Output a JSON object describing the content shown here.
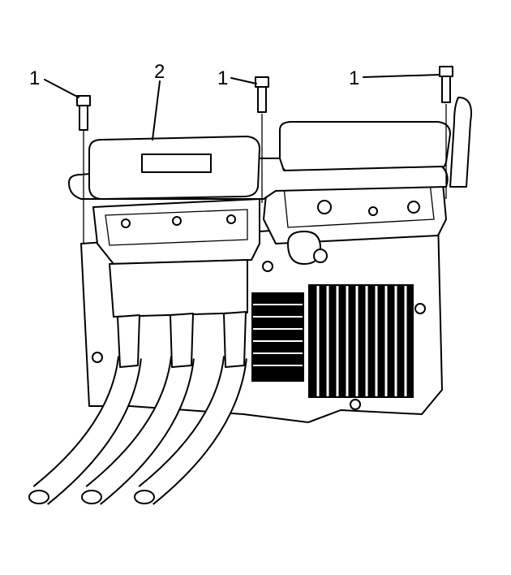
{
  "callouts": [
    {
      "id": "bolt-left",
      "label": "1"
    },
    {
      "id": "cover",
      "label": "2"
    },
    {
      "id": "bolt-middle",
      "label": "1"
    },
    {
      "id": "bolt-right",
      "label": "1"
    }
  ],
  "colors": {
    "line": "#000000",
    "background": "#ffffff"
  }
}
